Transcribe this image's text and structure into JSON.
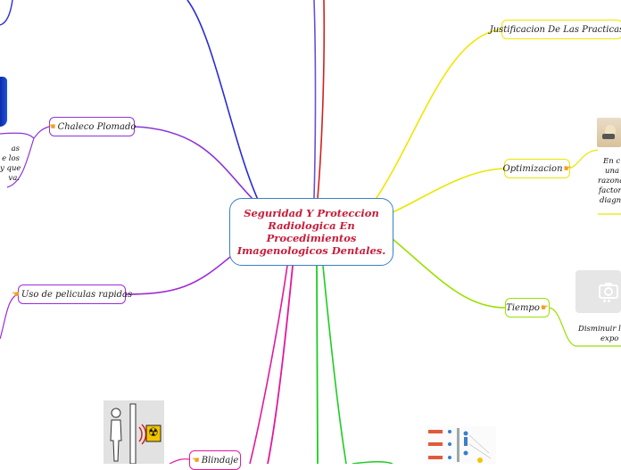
{
  "central": {
    "line1": "Seguridad Y Proteccion",
    "line2": "Radiologica En Procedimientos",
    "line3": "Imagenologicos Dentales."
  },
  "branches": {
    "justificacion": {
      "label": "Justificacion De  Las Practicas.",
      "icon": "hand-pointer",
      "color": "#f2e500"
    },
    "optimizacion": {
      "label": "Optimizacion",
      "icon": "hand-pointer",
      "color": "#e7e800",
      "note_lines": [
        "En c",
        "una ",
        "razona",
        "factore",
        "diagno"
      ]
    },
    "tiempo": {
      "label": "Tiempo",
      "icon": "hand-pointer",
      "color": "#9be000",
      "note_lines": [
        "Disminuir l",
        "expo"
      ]
    },
    "chaleco": {
      "label": "Chaleco Plomado",
      "icon": "hand-pointer",
      "color": "#8a35d6",
      "note_lines": [
        "as",
        "e los",
        "y que",
        "va."
      ]
    },
    "peliculas": {
      "label": "Uso de peliculas rapidas",
      "icon": "hand-pointer",
      "color": "#b02bd6"
    },
    "blindaje": {
      "label": "Blindaje",
      "icon": "hand-pointer",
      "color": "#e2189c"
    }
  },
  "colors": {
    "central_border": "#3a7fc6",
    "central_text": "#c81d3a",
    "blue_line": "#2b2bd8",
    "red_line": "#d42020",
    "green_line": "#1fcc22"
  },
  "icons": [
    "hand-pointer-icon",
    "camera-icon",
    "radiation-icon"
  ]
}
